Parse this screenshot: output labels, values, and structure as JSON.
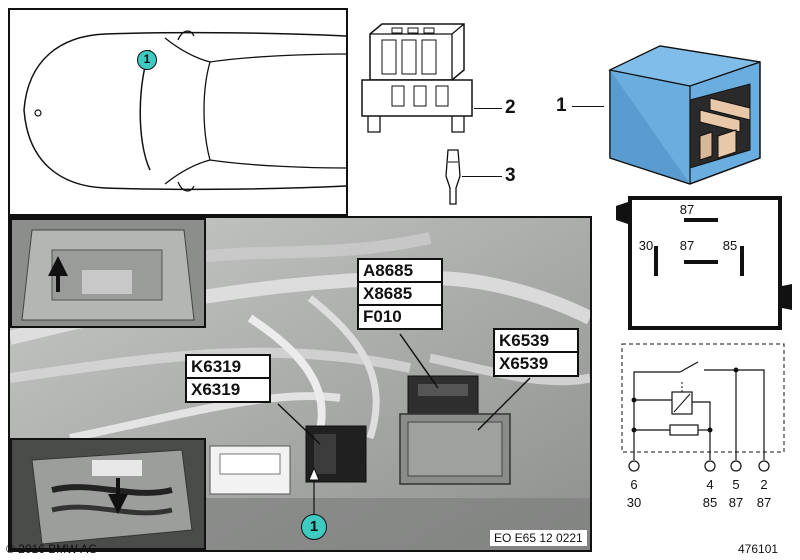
{
  "car_view": {
    "location_badge": "1"
  },
  "parts": {
    "relay_callout": "1",
    "socket_callout": "2",
    "terminal_callout": "3"
  },
  "pinout": {
    "pin_top": "87",
    "pin_left": "30",
    "pin_center": "87",
    "pin_right": "85"
  },
  "circuit": {
    "pin_numbers": [
      "6",
      "4",
      "5",
      "2"
    ],
    "terminal_numbers": [
      "30",
      "85",
      "87",
      "87"
    ]
  },
  "photo": {
    "labels": {
      "a8685": "A8685",
      "x8685": "X8685",
      "f010": "F010",
      "k6539": "K6539",
      "x6539": "X6539",
      "k6319": "K6319",
      "x6319": "X6319"
    },
    "location_badge": "1",
    "caption": "EO E65 12 0221"
  },
  "footer": {
    "copyright": "© 2016 BMW AG",
    "diagram_number": "476101"
  },
  "colors": {
    "relay_blue": "#6aaee0",
    "badge_cyan": "#3ec9c1",
    "photo_gray": "#a9aba9"
  }
}
